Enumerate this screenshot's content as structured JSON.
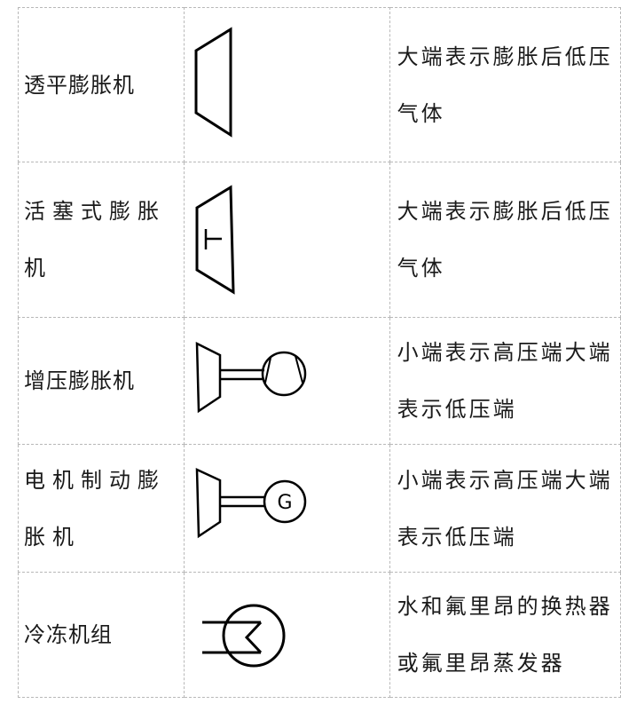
{
  "table": {
    "rows": [
      {
        "name": "透平膨胀机",
        "symbol": "turbine-expander-symbol",
        "description": "大端表示膨胀后低压气体"
      },
      {
        "name": "活塞式膨胀机",
        "symbol": "piston-expander-symbol",
        "description": "大端表示膨胀后低压气体"
      },
      {
        "name": "增压膨胀机",
        "symbol": "booster-expander-symbol",
        "description": "小端表示高压端大端表示低压端"
      },
      {
        "name": "电机制动膨胀机",
        "symbol": "generator-braked-expander-symbol",
        "description": "小端表示高压端大端表示低压端"
      },
      {
        "name": "冷冻机组",
        "symbol": "refrigeration-unit-symbol",
        "description": "水和氟里昂的换热器或氟里昂蒸发器"
      }
    ],
    "symbol_labels": {
      "generator_letter": "G",
      "piston_mark": "T"
    },
    "colors": {
      "border": "#b8b8b8",
      "text": "#1a1a1a",
      "stroke": "#000000"
    }
  }
}
